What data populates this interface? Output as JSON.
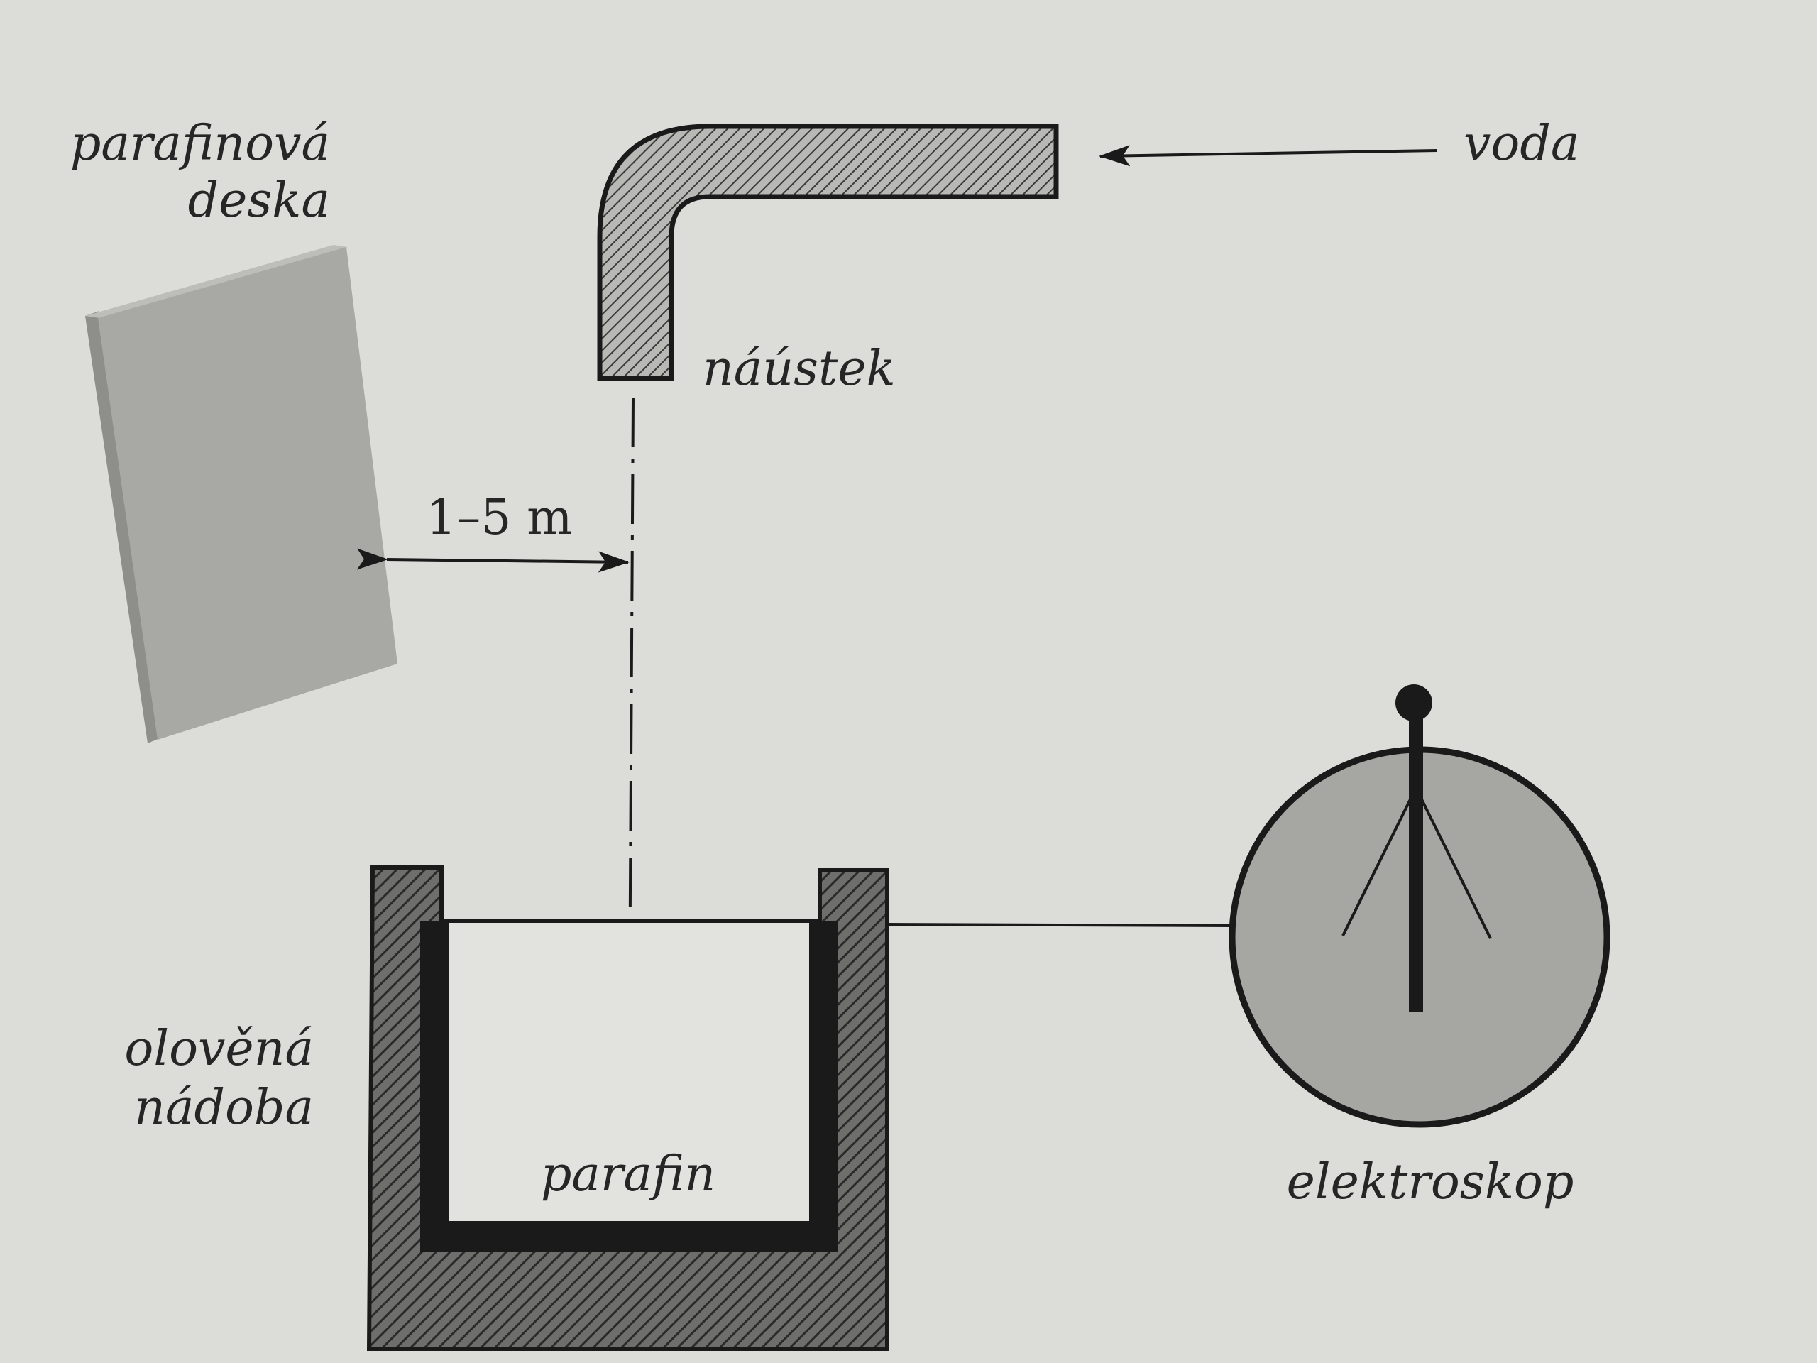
{
  "labels": {
    "plate_line1": "parafinová",
    "plate_line2": "deska",
    "water": "voda",
    "nozzle": "náústek",
    "distance": "1–5 m",
    "vessel_line1": "olověná",
    "vessel_line2": "nádoba",
    "paraffin": "parafin",
    "electroscope": "elektroskop"
  },
  "colors": {
    "background": "#dcdcd8",
    "ink": "#1a1a1a",
    "plate_fill": "#a8a8a4",
    "plate_side": "#8e8e8a",
    "plate_top": "#bdbdb9",
    "pipe_fill": "#b8b8b4",
    "electroscope_fill": "#a6a6a2",
    "lead_hatch": "#3a3a3a",
    "paraffin_fill": "#e2e2de"
  }
}
